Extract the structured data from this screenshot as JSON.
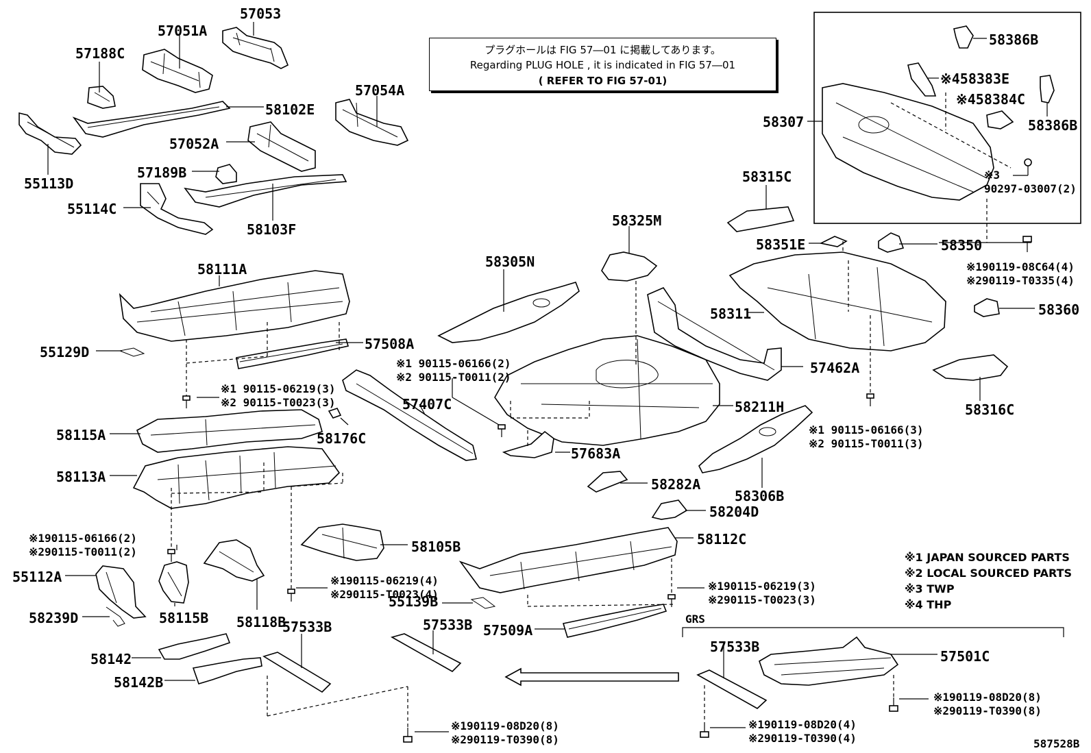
{
  "note": {
    "line1": "プラグホールは FIG 57―01 に掲載してあります。",
    "line2": "Regarding  PLUG  HOLE , it is indicated in FIG  57―01",
    "line3": "( REFER TO FIG 57-01)"
  },
  "labels": {
    "p57053": "57053",
    "p57051A": "57051A",
    "p57188C": "57188C",
    "p58102E": "58102E",
    "p57054A": "57054A",
    "p57052A": "57052A",
    "p57189B": "57189B",
    "p55113D": "55113D",
    "p55114C": "55114C",
    "p58103F": "58103F",
    "p58111A": "58111A",
    "p55129D": "55129D",
    "p57508A": "57508A",
    "p58115A": "58115A",
    "p58176C": "58176C",
    "p58113A": "58113A",
    "p55112A": "55112A",
    "p58239D": "58239D",
    "p58115B": "58115B",
    "p58118B": "58118B",
    "p58105B": "58105B",
    "p58142": "58142",
    "p58142B": "58142B",
    "p57533B_a": "57533B",
    "p57533B_b": "57533B",
    "p57509A": "57509A",
    "p55139B": "55139B",
    "p58112C": "58112C",
    "p57407C": "57407C",
    "p58305N": "58305N",
    "p58325M": "58325M",
    "p57683A": "57683A",
    "p58211H": "58211H",
    "p58282A": "58282A",
    "p58204D": "58204D",
    "p58306B": "58306B",
    "p57462A": "57462A",
    "p58311": "58311",
    "p58351E": "58351E",
    "p58350": "58350",
    "p58315C": "58315C",
    "p58360": "58360",
    "p58316C": "58316C",
    "p58307": "58307",
    "p58386B_a": "58386B",
    "p58383E": "※458383E",
    "p58384C": "※458384C",
    "p58386B_b": "58386B",
    "p90297a": "※3",
    "p90297b": "90297-03007(2)",
    "p57533B_c": "57533B",
    "p57501C": "57501C",
    "grs": "GRS",
    "figno": "587528B"
  },
  "fasteners": {
    "f1a": "※1 90115-06219(3)",
    "f1b": "※2 90115-T0023(3)",
    "f2a": "※1 90115-06166(2)",
    "f2b": "※2 90115-T0011(2)",
    "f3a": "※190115-06166(2)",
    "f3b": "※290115-T0011(2)",
    "f4a": "※190115-06219(4)",
    "f4b": "※290115-T0023(4)",
    "f5a": "※190115-06219(3)",
    "f5b": "※290115-T0023(3)",
    "f6a": "※1 90115-06166(3)",
    "f6b": "※2 90115-T0011(3)",
    "f7a": "※190119-08C64(4)",
    "f7b": "※290119-T0335(4)",
    "f8a": "※190119-08D20(8)",
    "f8b": "※290119-T0390(8)",
    "f9a": "※190119-08D20(4)",
    "f9b": "※290119-T0390(4)",
    "f10a": "※190119-08D20(8)",
    "f10b": "※290119-T0390(8)"
  },
  "legend": [
    "※1 JAPAN SOURCED PARTS",
    "※2 LOCAL SOURCED PARTS",
    "※3 TWP",
    "※4 THP"
  ]
}
